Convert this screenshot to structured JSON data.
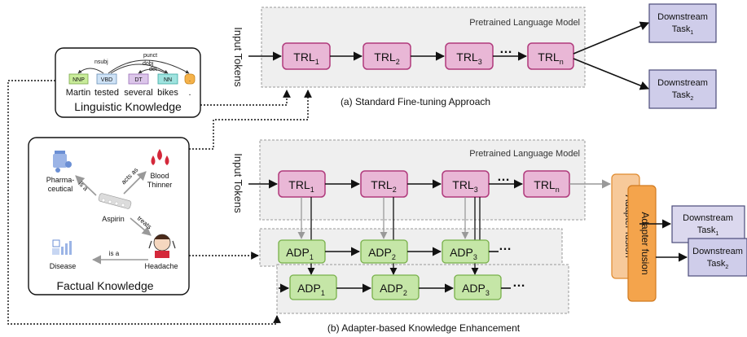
{
  "input_tokens_label": "Input Tokens",
  "plm_label": "Pretrained Language Model",
  "ellipsis": "…",
  "panel_a": {
    "caption": "(a) Standard Fine-tuning Approach",
    "trl_base": "TRL",
    "trl_subs": [
      "1",
      "2",
      "3",
      "n"
    ],
    "tasks": [
      {
        "text": "Downstream",
        "base": "Task",
        "sub": "1"
      },
      {
        "text": "Downstream",
        "base": "Task",
        "sub": "2"
      }
    ]
  },
  "panel_b": {
    "caption": "(b) Adapter-based Knowledge Enhancement",
    "trl_base": "TRL",
    "trl_subs": [
      "1",
      "2",
      "3",
      "n"
    ],
    "adp_base": "ADP",
    "adp_subs": [
      "1",
      "2",
      "3"
    ],
    "fusion_label": "Adapter fusion",
    "tasks": [
      {
        "text": "Downstream",
        "base": "Task",
        "sub": "1"
      },
      {
        "text": "Downstream",
        "base": "Task",
        "sub": "2"
      }
    ]
  },
  "linguistic": {
    "title": "Linguistic Knowledge",
    "words": [
      "Martin",
      "tested",
      "several",
      "bikes",
      "."
    ],
    "pos": [
      "NNP",
      "VBD",
      "DT",
      "NN",
      "."
    ],
    "arcs": [
      "nsubj",
      "punct",
      "dobj",
      "det"
    ],
    "colors": [
      "#c9ec9a",
      "#cfe3f6",
      "#dcc6ea",
      "#9fe3df",
      "#f5b24a"
    ]
  },
  "factual": {
    "title": "Factual Knowledge",
    "entities": {
      "pharma": "Pharma-\nceutical",
      "blood": "Blood\nThinner",
      "aspirin": "Aspirin",
      "disease": "Disease",
      "headache": "Headache"
    },
    "relations": {
      "is_a_1": "is a",
      "acts_as": "acts as",
      "treats": "treats",
      "is_a_2": "is a"
    }
  },
  "colors": {
    "trl_fill": "#e9b7d6",
    "trl_stroke": "#b03a7c",
    "adp_fill": "#c5e6a7",
    "adp_stroke": "#78b04a",
    "task_fill": "#cfcdea",
    "task_stroke": "#4b4b7a",
    "fusion_back": "#f7c99a",
    "fusion_front": "#f4a44c",
    "panel_fill": "#efefef"
  }
}
